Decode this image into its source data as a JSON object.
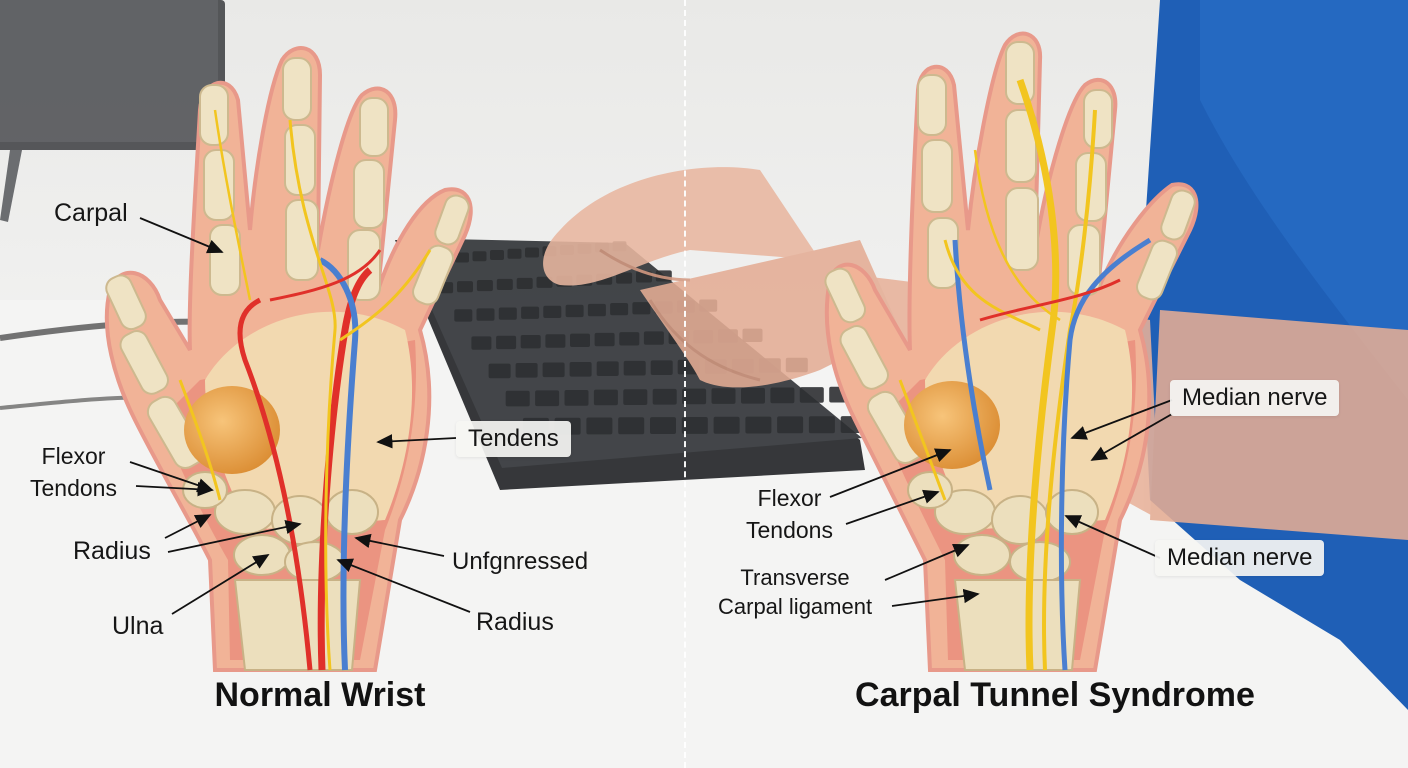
{
  "panels": {
    "left": {
      "title": "Normal Wrist",
      "labels": {
        "carpal": "Carpal",
        "flexor_tendons": "Flexor\nTendons",
        "radius_left": "Radius",
        "ulna": "Ulna",
        "tendens": "Tendens",
        "unfgnressed": "Unfgnressed",
        "radius_right": "Radius"
      }
    },
    "right": {
      "title": "Carpal Tunnel Syndrome",
      "labels": {
        "median_nerve_top": "Median nerve",
        "flexor_tendons": "Flexor\nTendons",
        "median_nerve_bottom": "Median nerve",
        "transverse_carpal_ligament": "Transverse\nCarpal ligament"
      }
    }
  },
  "colors": {
    "skin": "#f2b49a",
    "bone": "#efe3c4",
    "nerve": "#f2c51f",
    "artery": "#e0302a",
    "vein": "#4a7fd0",
    "keyboard": "#2c2e31",
    "shirt": "#1f63b8"
  }
}
